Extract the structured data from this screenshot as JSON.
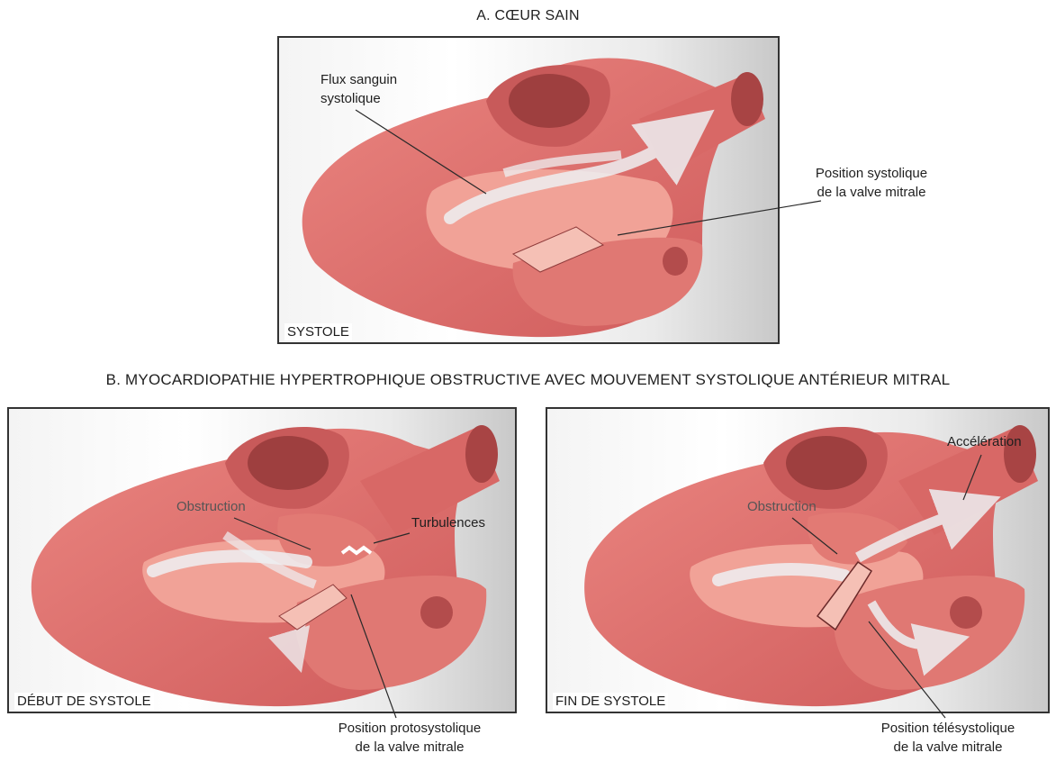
{
  "section_a": {
    "title": "A. CŒUR SAIN",
    "panel_label": "SYSTOLE",
    "annotations": {
      "blood_flow_line1": "Flux sanguin",
      "blood_flow_line2": "systolique",
      "valve_position_line1": "Position systolique",
      "valve_position_line2": "de la valve mitrale"
    }
  },
  "section_b": {
    "title": "B. MYOCARDIOPATHIE HYPERTROPHIQUE OBSTRUCTIVE AVEC MOUVEMENT SYSTOLIQUE ANTÉRIEUR MITRAL",
    "left_panel": {
      "label": "DÉBUT DE SYSTOLE",
      "obstruction": "Obstruction",
      "turbulences": "Turbulences",
      "valve_position_line1": "Position protosystolique",
      "valve_position_line2": "de la valve mitrale"
    },
    "right_panel": {
      "label": "FIN DE SYSTOLE",
      "obstruction": "Obstruction",
      "acceleration": "Accélération",
      "valve_position_line1": "Position télésystolique",
      "valve_position_line2": "de la valve mitrale"
    }
  },
  "colors": {
    "myocardium": "#e2726e",
    "myocardium_dark": "#b94f4f",
    "cavity": "#f2a39a",
    "flow_arrow": "#e9ecef",
    "text": "#1f1f1f"
  }
}
